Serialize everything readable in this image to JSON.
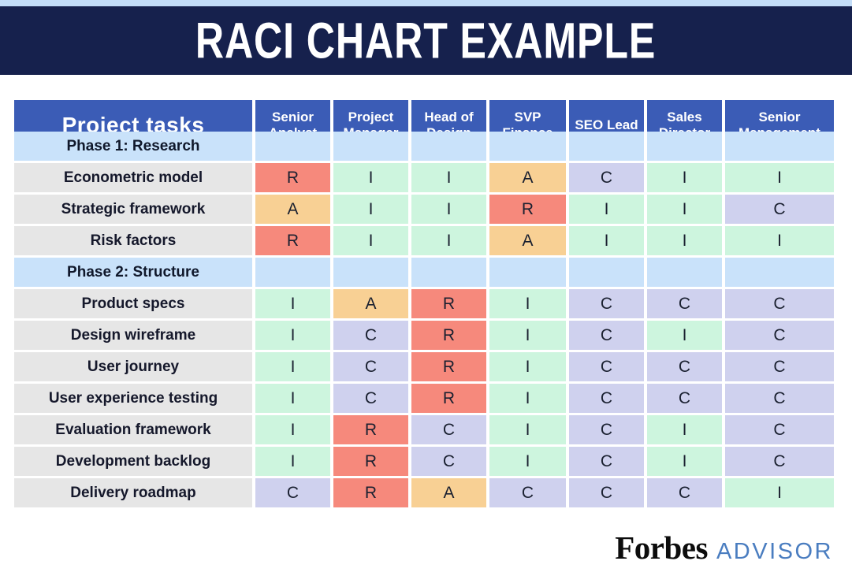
{
  "title": "RACI CHART EXAMPLE",
  "chart_data": {
    "type": "table",
    "title": "RACI CHART EXAMPLE",
    "columns": [
      "Project tasks",
      "Senior Analyst",
      "Project Manager",
      "Head of Design",
      "SVP Finance",
      "SEO Lead",
      "Sales Director",
      "Senior Management"
    ],
    "rows": [
      {
        "type": "phase",
        "label": "Phase 1: Research",
        "cells": [
          "",
          "",
          "",
          "",
          "",
          "",
          ""
        ]
      },
      {
        "type": "task",
        "label": "Econometric model",
        "cells": [
          "R",
          "I",
          "I",
          "A",
          "C",
          "I",
          "I"
        ]
      },
      {
        "type": "task",
        "label": "Strategic framework",
        "cells": [
          "A",
          "I",
          "I",
          "R",
          "I",
          "I",
          "C"
        ]
      },
      {
        "type": "task",
        "label": "Risk factors",
        "cells": [
          "R",
          "I",
          "I",
          "A",
          "I",
          "I",
          "I"
        ]
      },
      {
        "type": "phase",
        "label": "Phase 2: Structure",
        "cells": [
          "",
          "",
          "",
          "",
          "",
          "",
          ""
        ]
      },
      {
        "type": "task",
        "label": "Product specs",
        "cells": [
          "I",
          "A",
          "R",
          "I",
          "C",
          "C",
          "C"
        ]
      },
      {
        "type": "task",
        "label": "Design wireframe",
        "cells": [
          "I",
          "C",
          "R",
          "I",
          "C",
          "I",
          "C"
        ]
      },
      {
        "type": "task",
        "label": "User journey",
        "cells": [
          "I",
          "C",
          "R",
          "I",
          "C",
          "C",
          "C"
        ]
      },
      {
        "type": "task",
        "label": "User experience testing",
        "cells": [
          "I",
          "C",
          "R",
          "I",
          "C",
          "C",
          "C"
        ]
      },
      {
        "type": "task",
        "label": "Evaluation framework",
        "cells": [
          "I",
          "R",
          "C",
          "I",
          "C",
          "I",
          "C"
        ]
      },
      {
        "type": "task",
        "label": "Development backlog",
        "cells": [
          "I",
          "R",
          "C",
          "I",
          "C",
          "I",
          "C"
        ]
      },
      {
        "type": "task",
        "label": "Delivery roadmap",
        "cells": [
          "C",
          "R",
          "A",
          "C",
          "C",
          "C",
          "I"
        ]
      }
    ]
  },
  "colors": {
    "top_strip": "#c3ddf8",
    "header_bar": "#16214d",
    "table_header": "#3b5cb6",
    "phase_row": "#c9e2fa",
    "task_cell": "#e6e6e6",
    "letter_R": "#f6897c",
    "letter_A": "#f8d094",
    "letter_C": "#cfd1ee",
    "letter_I": "#cdf5de",
    "advisor_blue": "#4a7dc0"
  },
  "footer": {
    "brand": "Forbes",
    "brand_suffix": "ADVISOR"
  }
}
